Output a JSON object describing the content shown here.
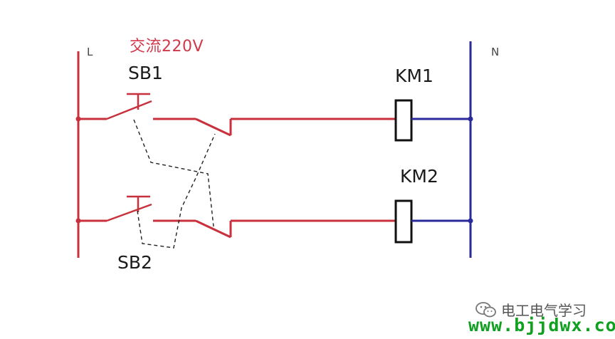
{
  "labels": {
    "line": "L",
    "neutral": "N",
    "supply": "交流220V",
    "sb1": "SB1",
    "sb2": "SB2",
    "km1": "KM1",
    "km2": "KM2"
  },
  "watermark": {
    "account": "电工电气学习",
    "site": "www.bjjdwx.com"
  },
  "icons": [
    "wechat-icon"
  ],
  "colors": {
    "live_wire": "#c8303c",
    "neutral_wire": "#2a2a9a",
    "coil": "#111111",
    "dashed_link": "#222222",
    "site_text": "#10a020"
  }
}
